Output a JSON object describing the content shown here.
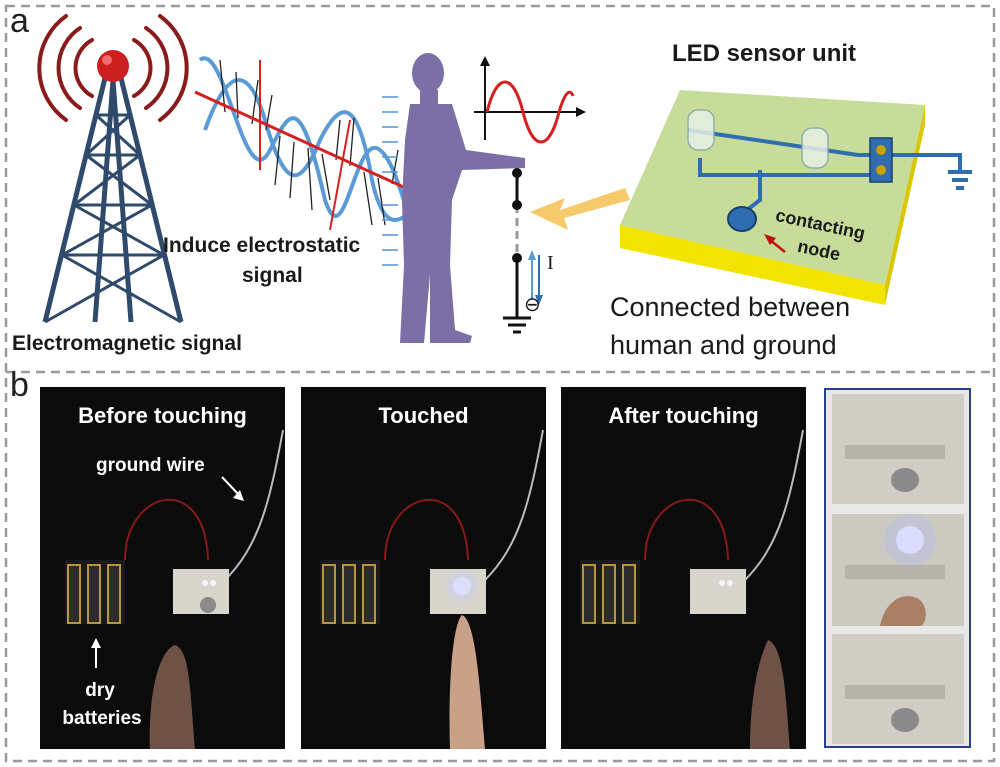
{
  "panel_a": {
    "letter": "a",
    "unit_title": "LED  sensor unit",
    "electromagnetic_label": "Electromagnetic signal",
    "induce_line1": "Induce electrostatic",
    "induce_line2": "signal",
    "current_symbol": "I",
    "electron_symbol": "⊖",
    "contacting_node_line1": "contacting",
    "contacting_node_line2": "node",
    "connected_line1": "Connected between",
    "connected_line2": "human and ground"
  },
  "panel_b": {
    "letter": "b",
    "photos": [
      {
        "title": "Before touching"
      },
      {
        "title": "Touched"
      },
      {
        "title": "After touching"
      }
    ],
    "ground_wire_label": "ground wire",
    "dry_label": "dry",
    "batteries_label": "batteries"
  },
  "colors": {
    "frame_dash": "#9a9a9a",
    "tower": "#2f4a6b",
    "antenna_ball": "#cc1f1f",
    "radio_arcs": "#8b1a1a",
    "wave_helix": "#5b9bd5",
    "wave_vector": "#d62020",
    "human": "#7c6fa6",
    "board_top": "#c7dc9a",
    "board_side": "#f3e400",
    "circuit_blue": "#2f6db0",
    "arrow_yellow": "#f6c96a",
    "photo_bg": "#0b0b0b",
    "thumb_border": "#27408b"
  }
}
